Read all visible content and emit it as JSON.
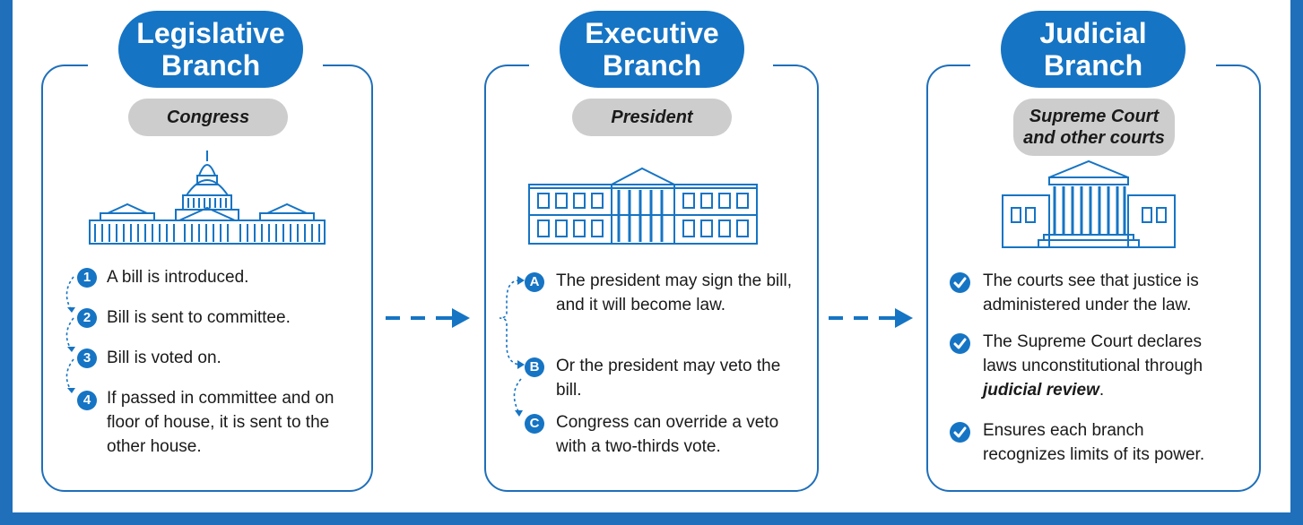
{
  "colors": {
    "accent": "#1674c4",
    "frame": "#1f6fba",
    "pill": "#cdcdcd"
  },
  "branches": [
    {
      "title_line1": "Legislative",
      "title_line2": "Branch",
      "subtitle": "Congress",
      "image": "capitol-building-icon",
      "steps": [
        {
          "marker": "1",
          "text": "A bill is introduced."
        },
        {
          "marker": "2",
          "text": "Bill is sent to committee."
        },
        {
          "marker": "3",
          "text": "Bill is voted on."
        },
        {
          "marker": "4",
          "text": "If passed in committee and on floor of house, it is sent to the other house."
        }
      ]
    },
    {
      "title_line1": "Executive",
      "title_line2": "Branch",
      "subtitle": "President",
      "image": "white-house-icon",
      "steps": [
        {
          "marker": "A",
          "text": "The president may sign the bill, and it will become law."
        },
        {
          "marker": "B",
          "text": "Or the president may veto the bill."
        },
        {
          "marker": "C",
          "text": "Congress can override a veto with a two-thirds vote."
        }
      ]
    },
    {
      "title_line1": "Judicial",
      "title_line2": "Branch",
      "subtitle_line1": "Supreme Court",
      "subtitle_line2": "and other courts",
      "image": "supreme-court-building-icon",
      "points": [
        {
          "icon": "check-icon",
          "text": "The courts see that justice is administered under the law."
        },
        {
          "icon": "check-icon",
          "text_before": "The Supreme Court declares laws unconstitutional through ",
          "emphasis": "judicial review",
          "text_after": "."
        },
        {
          "icon": "check-icon",
          "text": "Ensures each branch recognizes limits of its power."
        }
      ]
    }
  ]
}
